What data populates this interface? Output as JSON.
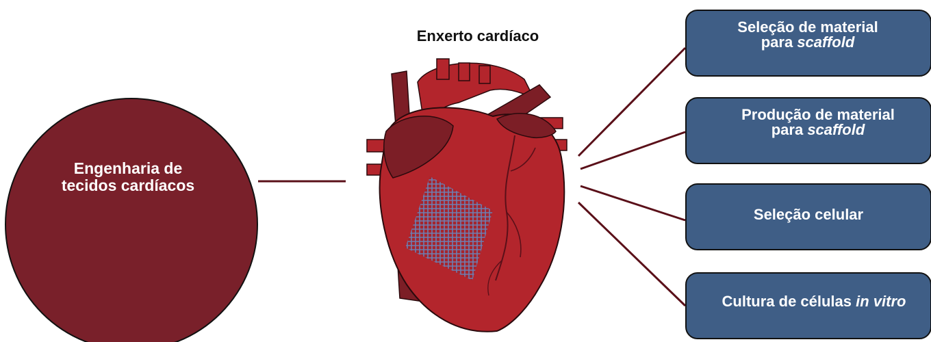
{
  "main_node": {
    "line1": "Engenharia de",
    "line2": "tecidos cardíacos"
  },
  "heart": {
    "title": "Enxerto cardíaco",
    "icon": "heart-with-scaffold-patch-icon"
  },
  "steps": [
    {
      "line1": "Seleção de material",
      "line2_plain": "para ",
      "line2_italic": "scaffold"
    },
    {
      "line1": "Produção de material",
      "line2_plain": "para ",
      "line2_italic": "scaffold"
    },
    {
      "line1": "Seleção celular",
      "line2_plain": "",
      "line2_italic": ""
    },
    {
      "line1": "Cultura de células ",
      "line1_italic": "in vitro",
      "line2_plain": "",
      "line2_italic": ""
    }
  ],
  "colors": {
    "main_circle": "#79202a",
    "step_box": "#3f5e86",
    "heart_body": "#b3252c",
    "heart_dark": "#7c1e26",
    "scaffold": "#6d7eb2",
    "connector": "#5a1019"
  }
}
